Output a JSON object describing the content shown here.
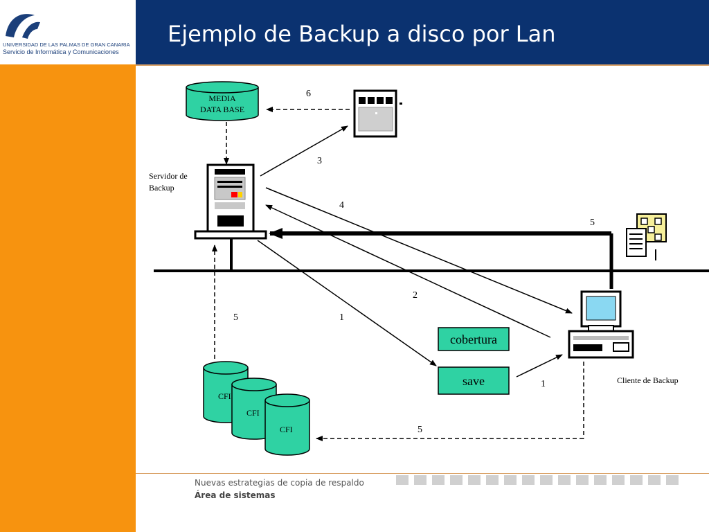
{
  "header": {
    "title": "Ejemplo de Backup a disco por Lan",
    "logo_line1": "UNIVERSIDAD DE LAS PALMAS DE GRAN CANARIA",
    "logo_line2": "Servicio de Informática y Comunicaciones"
  },
  "footer": {
    "line1": "Nuevas estrategias de copia de respaldo",
    "line2": "Área de sistemas"
  },
  "diagram": {
    "media_db_line1": "MEDIA",
    "media_db_line2": "DATA BASE",
    "server_label_line1": "Servidor de",
    "server_label_line2": "Backup",
    "client_label": "Cliente de Backup",
    "cobertura_label": "cobertura",
    "save_label": "save",
    "cfi_label": "CFI",
    "step_labels": [
      "6",
      "3",
      "4",
      "5",
      "2",
      "5",
      "1",
      "1",
      "5"
    ]
  },
  "colors": {
    "title_bar": "#0b3270",
    "sidebar": "#f7930f",
    "teal": "#2fd2a3"
  }
}
